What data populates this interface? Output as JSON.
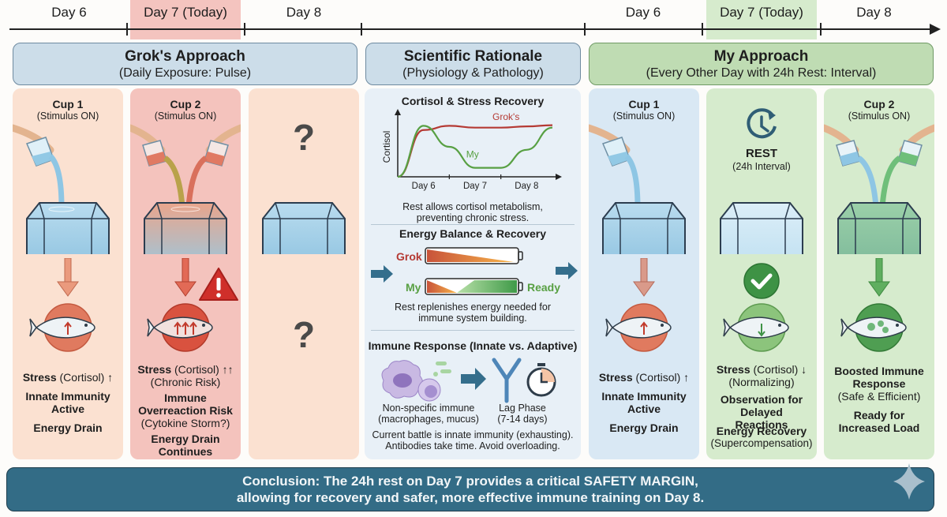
{
  "timeline": {
    "left": [
      "Day 6",
      "Day 7 (Today)",
      "Day 8"
    ],
    "right": [
      "Day 6",
      "Day 7 (Today)",
      "Day 8"
    ]
  },
  "groks_approach": {
    "title": "Grok's Approach",
    "subtitle": "(Daily Exposure: Pulse)",
    "day6": {
      "cup_title": "Cup 1",
      "cup_sub": "(Stimulus ON)",
      "stress_bold": "Stress",
      "stress_rest": " (Cortisol) ↑",
      "line2": "Innate Immunity Active",
      "line3": "Energy Drain"
    },
    "day7": {
      "cup_title": "Cup 2",
      "cup_sub": "(Stimulus ON)",
      "stress_bold": "Stress",
      "stress_rest": " (Cortisol) ↑↑",
      "stress_note": "(Chronic Risk)",
      "line2": "Immune Overreaction Risk",
      "line2_note": "(Cytokine Storm?)",
      "line3": "Energy Drain Continues"
    },
    "day8": {
      "question_top": "?",
      "question_bottom": "?"
    }
  },
  "scientific_rationale": {
    "title": "Scientific Rationale",
    "subtitle": "(Physiology & Pathology)",
    "cortisol": {
      "title": "Cortisol & Stress Recovery",
      "caption": "Rest allows cortisol metabolism, preventing chronic stress."
    },
    "energy": {
      "title": "Energy Balance & Recovery",
      "grok_label": "Grok",
      "my_label": "My",
      "ready_label": "Ready",
      "caption": "Rest replenishes energy needed for immune system building."
    },
    "immune": {
      "title": "Immune Response (Innate vs. Adaptive)",
      "innate_label": "Non-specific immune",
      "innate_sub": "(macrophages, mucus)",
      "lag_label": "Lag Phase",
      "lag_sub": "(7-14 days)",
      "caption": "Current battle is innate immunity (exhausting). Antibodies take time. Avoid overloading."
    }
  },
  "chart_data": {
    "type": "line",
    "title": "Cortisol & Stress Recovery",
    "xlabel": "",
    "ylabel": "Cortisol",
    "x": [
      0,
      0.5,
      1,
      1.5,
      2,
      2.5,
      3
    ],
    "categories": [
      "Day 6",
      "Day 7",
      "Day 8"
    ],
    "ylim": [
      0,
      1
    ],
    "series": [
      {
        "name": "Grok's",
        "color": "#b53a34",
        "values": [
          0,
          0.78,
          0.85,
          0.82,
          0.82,
          0.84,
          0.86
        ]
      },
      {
        "name": "My",
        "color": "#58a043",
        "values": [
          0,
          0.85,
          0.5,
          0.15,
          0.15,
          0.45,
          0.82
        ]
      }
    ],
    "grid": false,
    "legend": "inline"
  },
  "my_approach": {
    "title": "My Approach",
    "subtitle": "(Every Other Day with 24h Rest: Interval)",
    "day6": {
      "cup_title": "Cup 1",
      "cup_sub": "(Stimulus ON)",
      "stress_bold": "Stress",
      "stress_rest": " (Cortisol) ↑",
      "line2": "Innate Immunity Active",
      "line3": "Energy Drain"
    },
    "day7": {
      "rest_title": "REST",
      "rest_sub": "(24h Interval)",
      "stress_bold": "Stress",
      "stress_rest": " (Cortisol) ↓",
      "stress_note": "(Normalizing)",
      "line2": "Observation for Delayed Reactions",
      "line3": "Energy Recovery",
      "line3_note": "(Supercompensation)"
    },
    "day8": {
      "cup_title": "Cup 2",
      "cup_sub": "(Stimulus ON)",
      "line1": "Boosted Immune Response",
      "line1_note": "(Safe & Efficient)",
      "line2": "Ready for Increased Load"
    }
  },
  "conclusion": {
    "line1": "Conclusion: The 24h rest on Day 7 provides a critical SAFETY MARGIN,",
    "line2": "allowing for recovery and safer, more effective immune training on Day 8."
  },
  "colors": {
    "grok_red": "#b53a34",
    "my_green": "#58a043",
    "conclusion_bg": "#336c86"
  }
}
